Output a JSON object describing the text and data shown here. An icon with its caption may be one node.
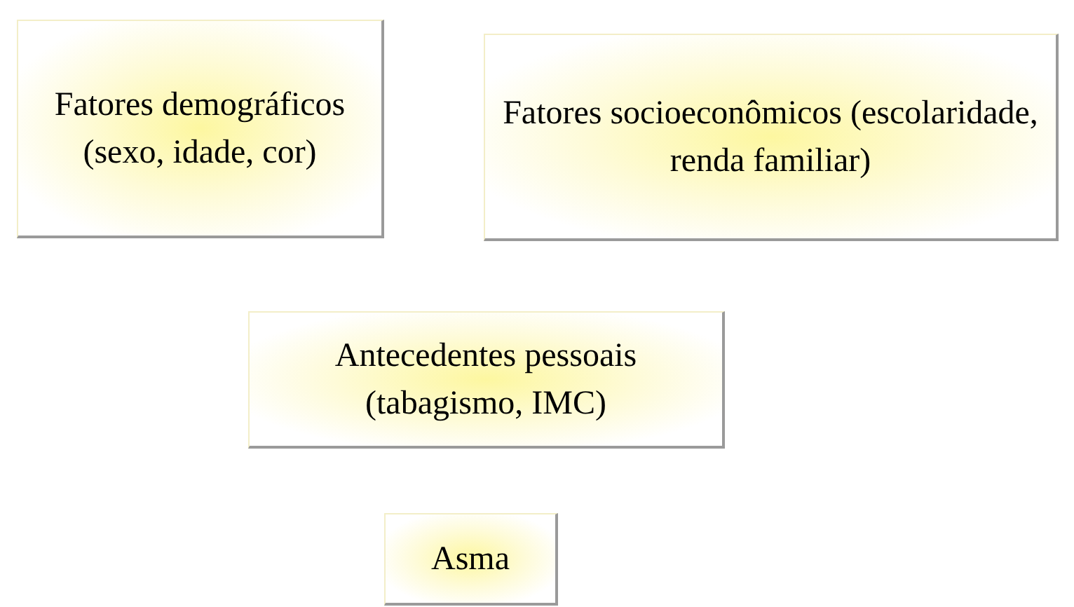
{
  "diagram": {
    "nodes": [
      {
        "text": [
          "Fatores demográficos (sexo, idade, cor)"
        ]
      },
      {
        "text": [
          "Fatores socioeconômicos (escolaridade, renda familiar)"
        ]
      },
      {
        "text": [
          "Antecedentes pessoais (tabagismo, IMC)"
        ]
      },
      {
        "text": [
          "Asma"
        ]
      }
    ]
  }
}
